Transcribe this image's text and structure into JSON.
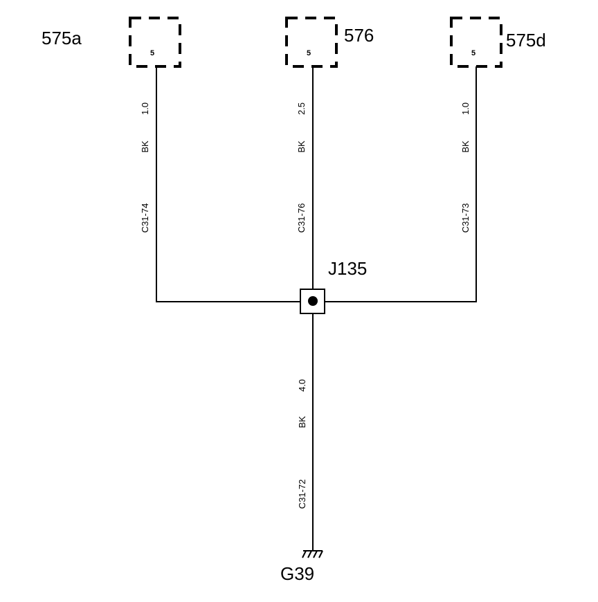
{
  "connectors": [
    {
      "id": "575a",
      "pin": "5",
      "wire_size": "1.0",
      "wire_color": "BK",
      "circuit": "C31-74"
    },
    {
      "id": "576",
      "pin": "5",
      "wire_size": "2.5",
      "wire_color": "BK",
      "circuit": "C31-76"
    },
    {
      "id": "575d",
      "pin": "5",
      "wire_size": "1.0",
      "wire_color": "BK",
      "circuit": "C31-73"
    }
  ],
  "junction": {
    "id": "J135"
  },
  "ground_wire": {
    "wire_size": "4.0",
    "wire_color": "BK",
    "circuit": "C31-72"
  },
  "ground": {
    "id": "G39"
  }
}
